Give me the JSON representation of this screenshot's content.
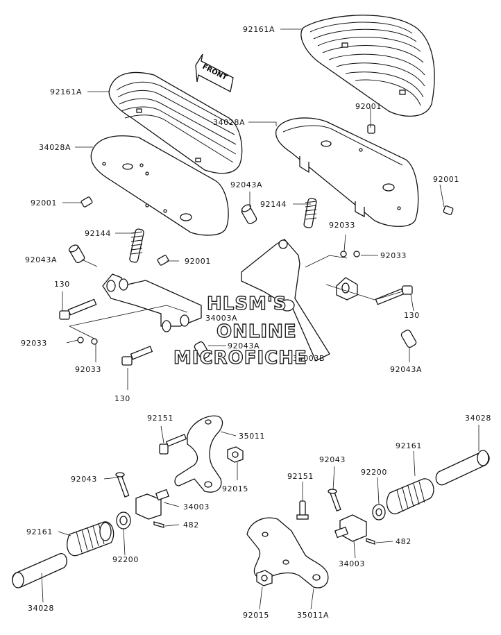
{
  "front_marker": "FRONT",
  "watermark": {
    "line1": "HLSM'S",
    "line2": "ONLINE",
    "line3": "MICROFICHE"
  },
  "labels": {
    "l01": "92161A",
    "l02": "92161A",
    "l03": "34028A",
    "l04": "34028A",
    "l05": "92001",
    "l06": "92001",
    "l07": "92001",
    "l08": "92001",
    "l09": "92043A",
    "l10": "92043A",
    "l11": "92043A",
    "l12": "92043A",
    "l13": "92144",
    "l14": "92144",
    "l15": "92033",
    "l16": "92033",
    "l17": "92033",
    "l18": "92033",
    "l19": "130",
    "l20": "130",
    "l21": "130",
    "l22": "34003A",
    "l23": "34003B",
    "l24": "92151",
    "l25": "35011",
    "l26": "34028",
    "l27": "92161",
    "l28": "92043",
    "l29": "92015",
    "l30": "34003",
    "l31": "482",
    "l32": "92161",
    "l33": "92200",
    "l34": "34028",
    "l35": "92043",
    "l36": "92151",
    "l37": "92200",
    "l38": "482",
    "l39": "34003",
    "l40": "92015",
    "l41": "35011A"
  }
}
